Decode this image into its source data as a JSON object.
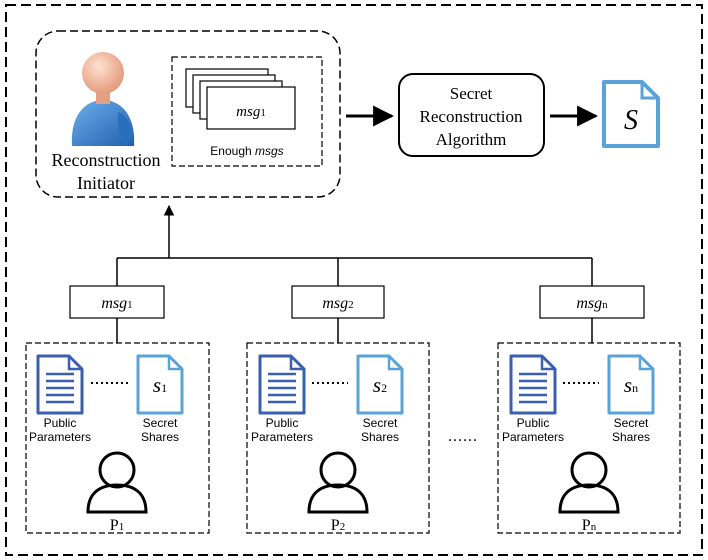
{
  "initiator": {
    "label_line1": "Reconstruction",
    "label_line2": "Initiator",
    "msg_stack_label": "msg",
    "msg_stack_sub": "1",
    "enough_prefix": "Enough ",
    "enough_italic": "msgs"
  },
  "algorithm": {
    "line1": "Secret",
    "line2": "Reconstruction",
    "line3": "Algorithm"
  },
  "secret_output": {
    "label": "S"
  },
  "messages": [
    {
      "label": "msg",
      "sub": "1"
    },
    {
      "label": "msg",
      "sub": "2"
    },
    {
      "label": "msg",
      "sub": "n"
    }
  ],
  "parties": [
    {
      "name": "P",
      "sub": "1",
      "share_label": "s",
      "share_sub": "1",
      "public_line1": "Public",
      "public_line2": "Parameters",
      "secret_line1": "Secret",
      "secret_line2": "Shares"
    },
    {
      "name": "P",
      "sub": "2",
      "share_label": "s",
      "share_sub": "2",
      "public_line1": "Public",
      "public_line2": "Parameters",
      "secret_line1": "Secret",
      "secret_line2": "Shares"
    },
    {
      "name": "P",
      "sub": "n",
      "share_label": "s",
      "share_sub": "n",
      "public_line1": "Public",
      "public_line2": "Parameters",
      "secret_line1": "Secret",
      "secret_line2": "Shares"
    }
  ],
  "ellipsis": "......",
  "colors": {
    "doc_blue": "#3b5fb0",
    "share_blue": "#5aa3d8",
    "avatar_body": "#3a7fcf",
    "avatar_head": "#f2b39a",
    "line": "#000000"
  }
}
